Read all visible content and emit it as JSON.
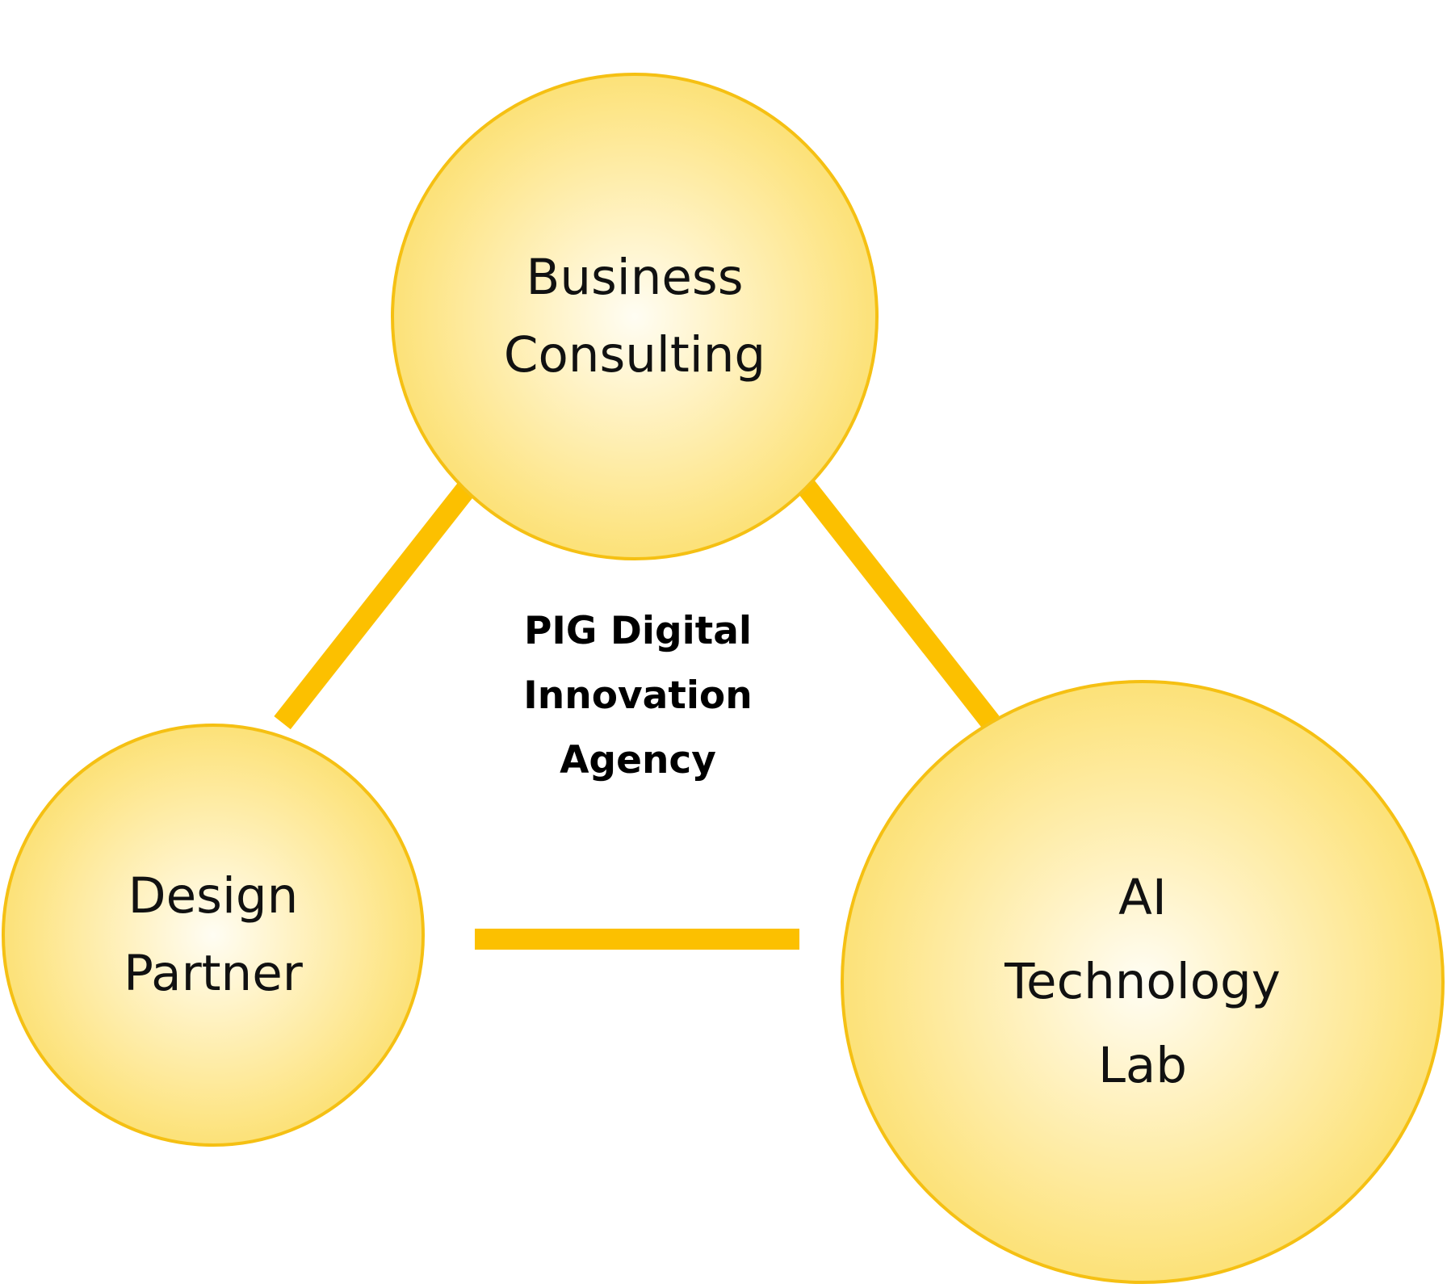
{
  "diagram": {
    "center_label": "PIG Digital\nInnovation\nAgency",
    "nodes": [
      {
        "id": "business-consulting",
        "label": "Business\nConsulting"
      },
      {
        "id": "design-partner",
        "label": "Design\nPartner"
      },
      {
        "id": "ai-technology-lab",
        "label": "AI\nTechnology\nLab"
      }
    ],
    "connectors": [
      {
        "from": "business-consulting",
        "to": "design-partner"
      },
      {
        "from": "business-consulting",
        "to": "ai-technology-lab"
      },
      {
        "from": "design-partner",
        "to": "ai-technology-lab"
      }
    ],
    "colors": {
      "accent": "#fcc000",
      "node_border": "#f5c013",
      "node_fill_center": "#fffdf3",
      "node_fill_edge": "#f9d548",
      "text": "#111111"
    }
  }
}
